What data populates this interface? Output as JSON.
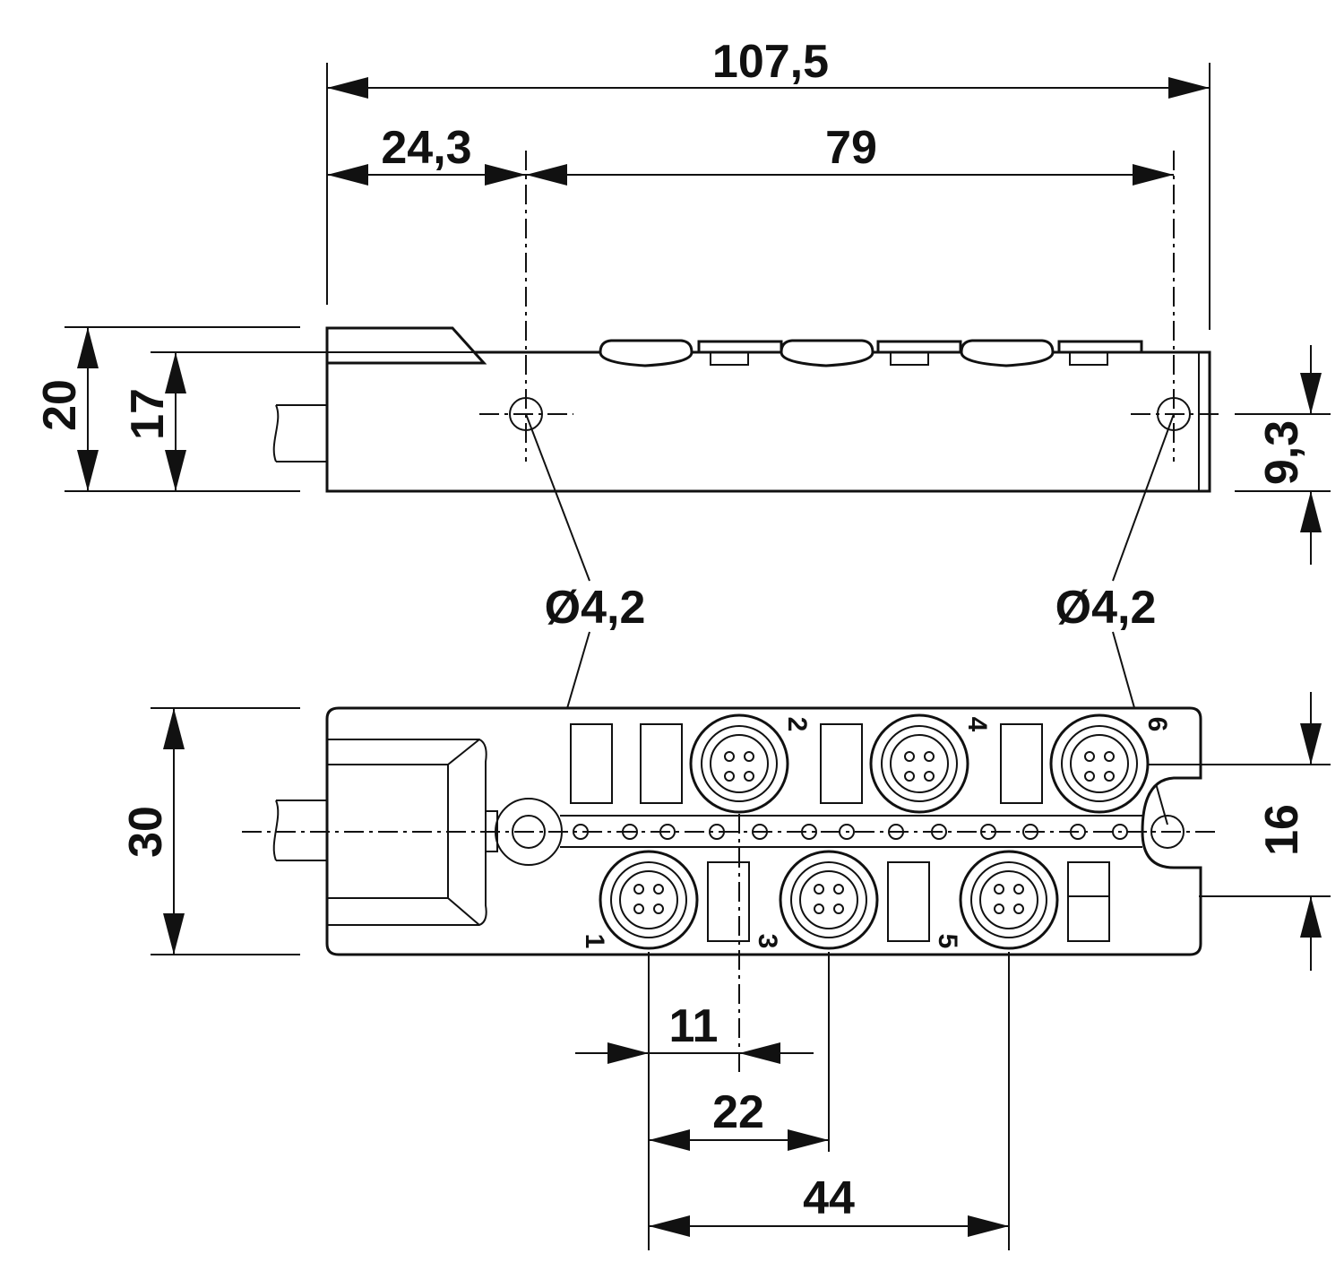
{
  "dimensions": {
    "overall_length": "107,5",
    "left_offset": "24,3",
    "hole_spacing": "79",
    "total_height": "20",
    "body_height": "17",
    "hole_height": "9,3",
    "hole_diameter_left": "Ø4,2",
    "hole_diameter_right": "Ø4,2",
    "width": "30",
    "hole_line_offset": "16",
    "pitch_half": "11",
    "pitch_single": "22",
    "pitch_double": "44"
  },
  "ports": {
    "top_row": [
      "2",
      "4",
      "6"
    ],
    "bottom_row": [
      "1",
      "3",
      "5"
    ]
  }
}
